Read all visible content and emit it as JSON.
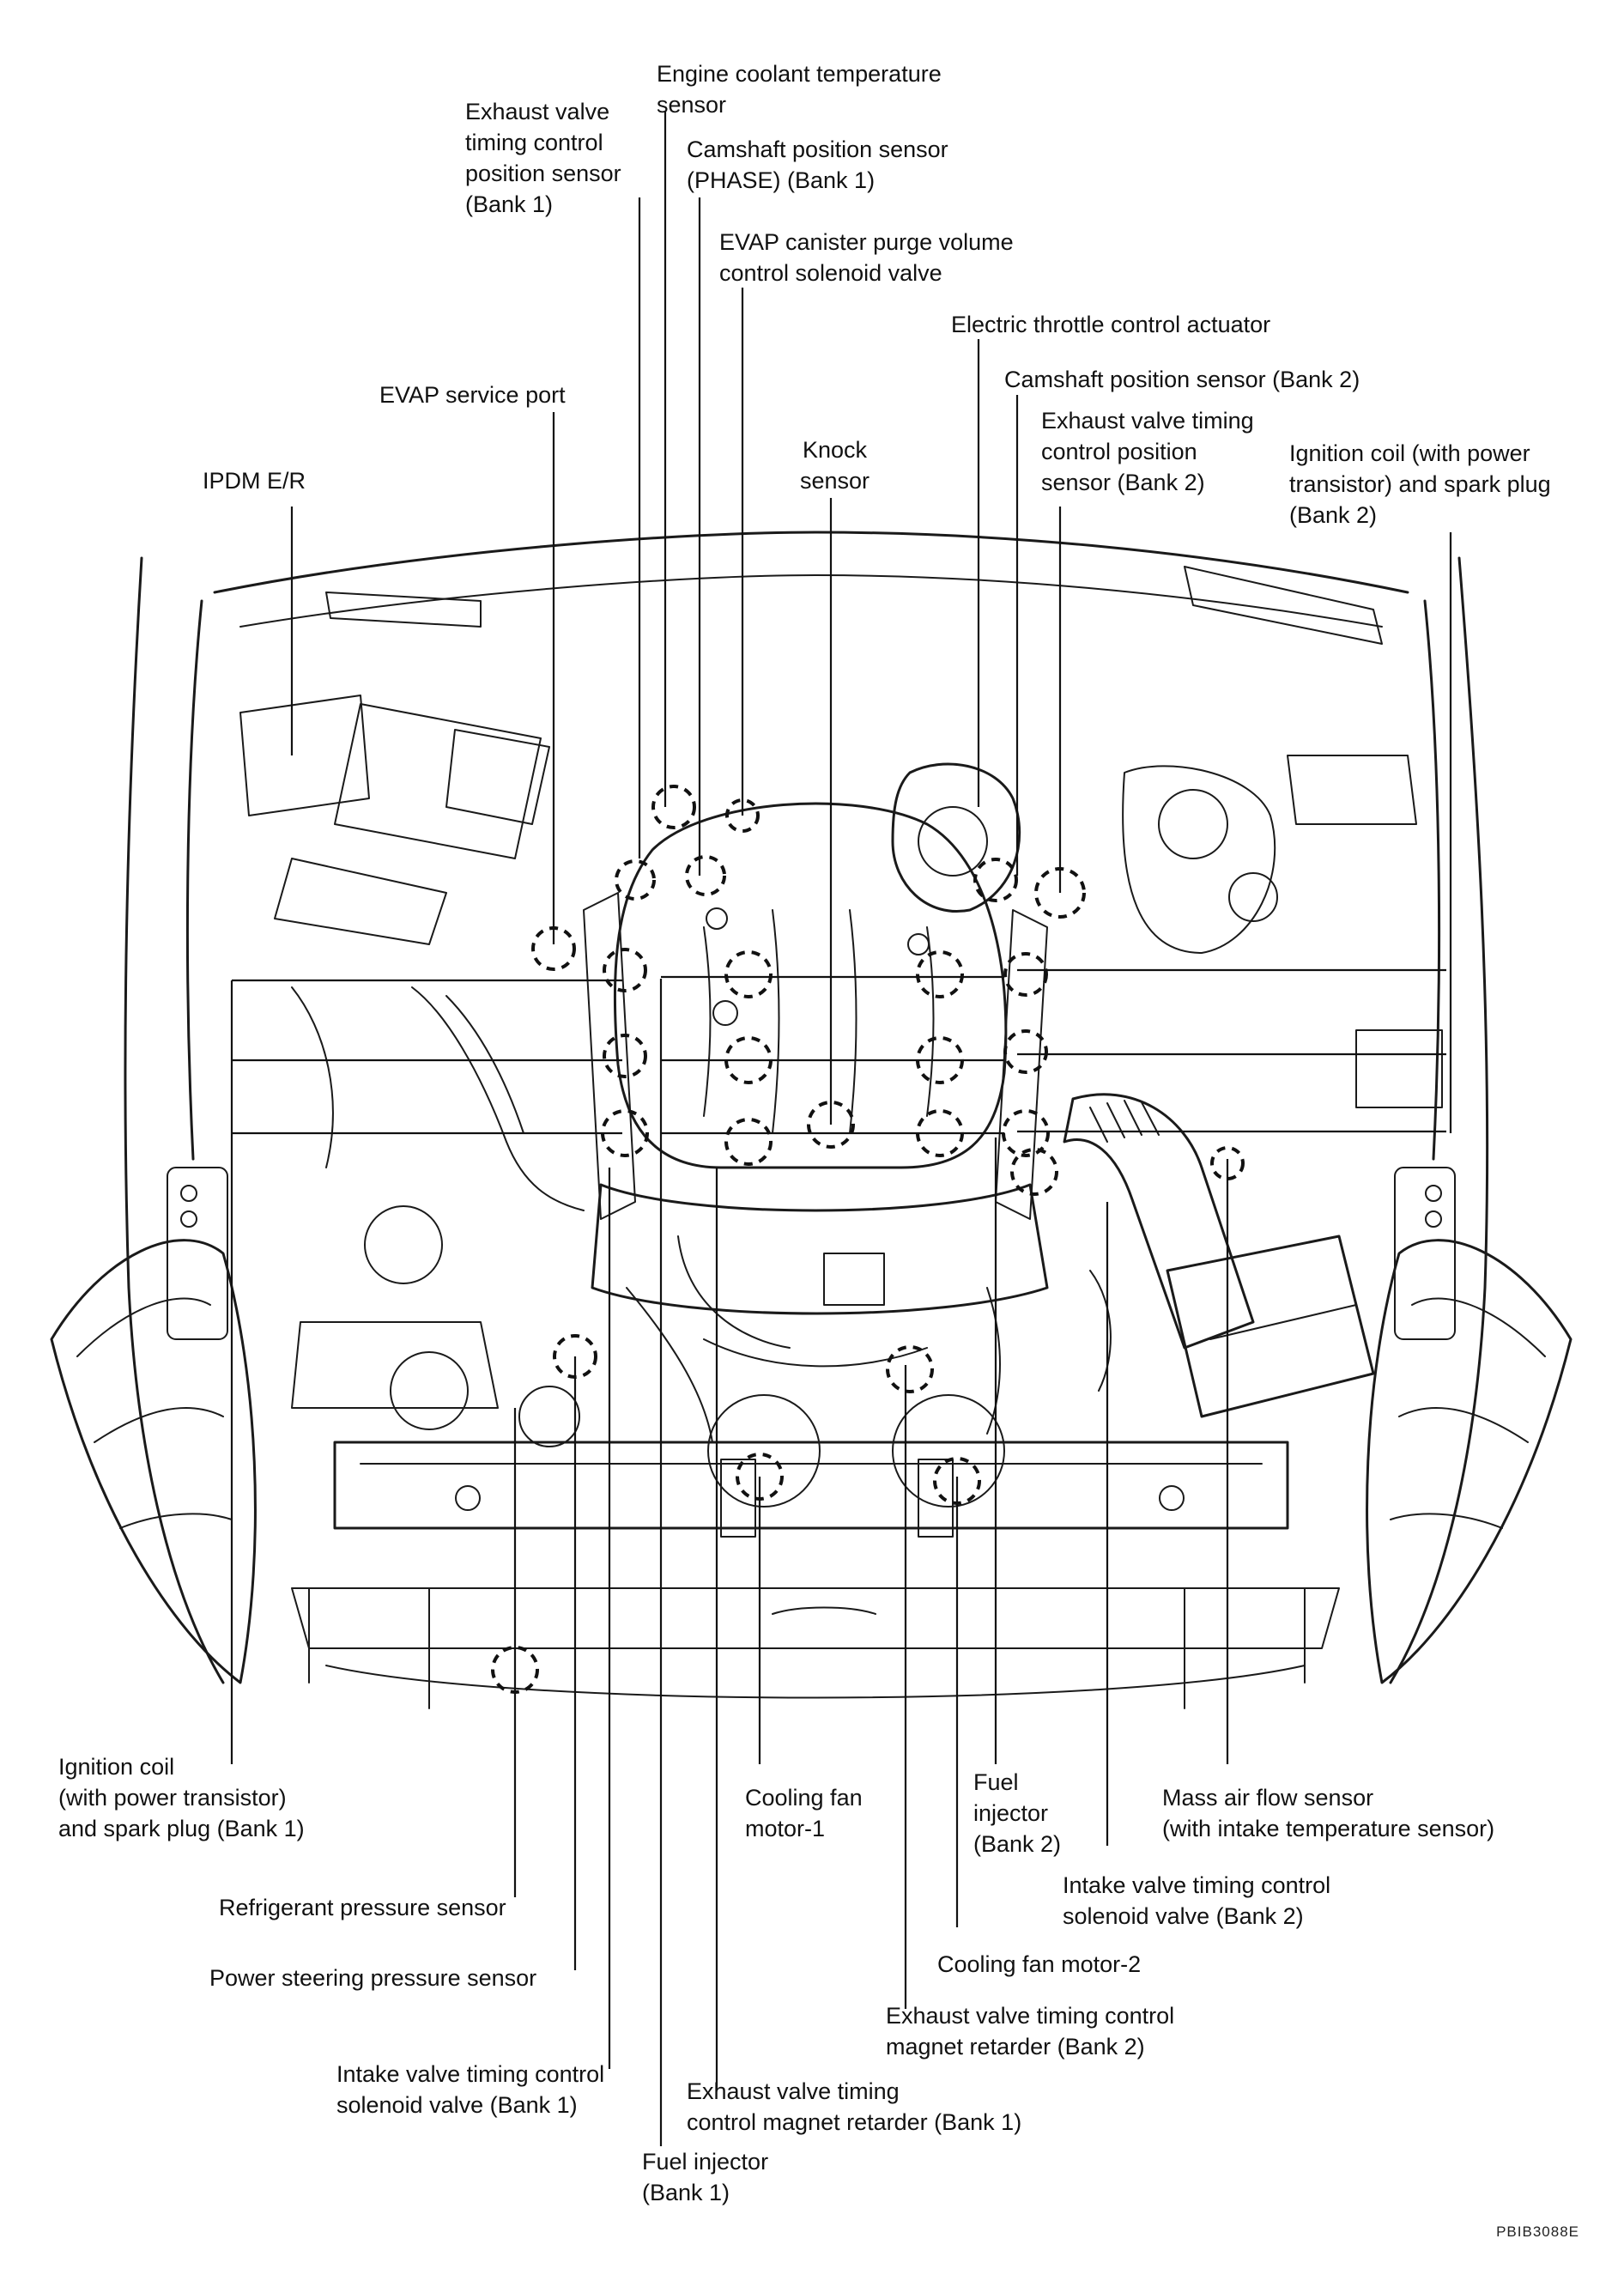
{
  "labels": {
    "ect_sensor": [
      "Engine coolant temperature",
      "sensor"
    ],
    "evtc_pos_b1": [
      "Exhaust valve",
      "timing control",
      "position sensor",
      "(Bank 1)"
    ],
    "cmp_phase_b1": [
      "Camshaft position sensor",
      "(PHASE) (Bank 1)"
    ],
    "evap_purge": [
      "EVAP canister purge volume",
      "control solenoid valve"
    ],
    "etc_actuator": [
      "Electric throttle control actuator"
    ],
    "evap_port": [
      "EVAP service port"
    ],
    "cmp_b2": [
      "Camshaft position sensor (Bank 2)"
    ],
    "evtc_pos_b2": [
      "Exhaust valve timing",
      "control position",
      "sensor (Bank 2)"
    ],
    "knock": [
      "Knock",
      "sensor"
    ],
    "ipdm": [
      "IPDM E/R"
    ],
    "ign_b2": [
      "Ignition coil (with power",
      "transistor) and spark plug",
      "(Bank 2)"
    ],
    "ign_b1": [
      "Ignition coil",
      "(with power transistor)",
      "and spark plug (Bank 1)"
    ],
    "fan1": [
      "Cooling fan",
      "motor-1"
    ],
    "inj_b2": [
      "Fuel",
      "injector",
      "(Bank 2)"
    ],
    "maf": [
      "Mass air flow sensor",
      "(with intake temperature sensor)"
    ],
    "ivtc_b2": [
      "Intake valve timing control",
      "solenoid valve (Bank 2)"
    ],
    "refrig": [
      "Refrigerant pressure sensor"
    ],
    "fan2": [
      "Cooling fan motor-2"
    ],
    "ps_sensor": [
      "Power steering pressure sensor"
    ],
    "evtc_mag_b2": [
      "Exhaust valve timing control",
      "magnet retarder (Bank 2)"
    ],
    "ivtc_b1": [
      "Intake valve timing control",
      "solenoid valve (Bank 1)"
    ],
    "evtc_mag_b1": [
      "Exhaust valve timing",
      "control magnet retarder (Bank 1)"
    ],
    "inj_b1": [
      "Fuel injector",
      "(Bank 1)"
    ]
  },
  "figure_code": "PBIB3088E"
}
